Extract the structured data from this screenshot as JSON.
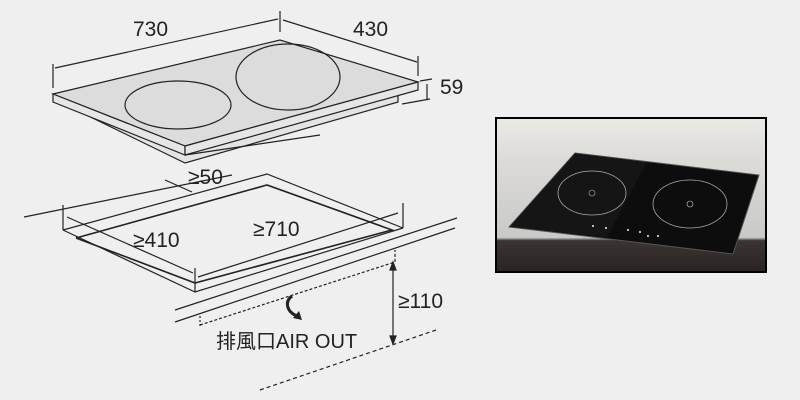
{
  "dimensions": {
    "width": "730",
    "depth": "430",
    "height": "59",
    "front_clearance": "≥50",
    "cutout_depth": "≥410",
    "cutout_width": "≥710",
    "vent_clearance": "≥110"
  },
  "air_out_label": "排風口AIR OUT",
  "colors": {
    "background": "#efefef",
    "line": "#222222",
    "hob_fill": "#dcdcdc"
  }
}
